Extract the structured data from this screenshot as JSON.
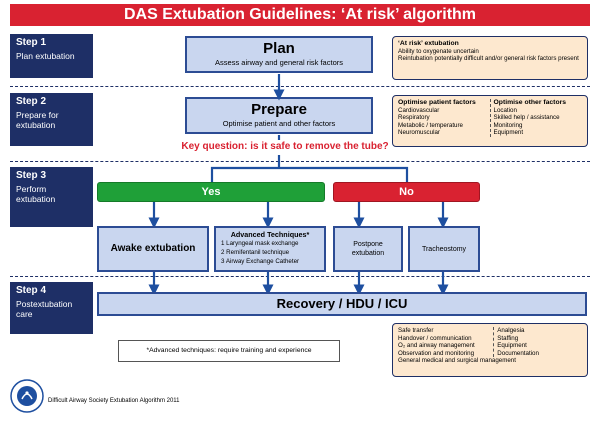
{
  "title": "DAS Extubation Guidelines: ‘At risk’ algorithm",
  "steps": [
    {
      "num": "Step 1",
      "label": "Plan extubation"
    },
    {
      "num": "Step 2",
      "label": "Prepare for extubation"
    },
    {
      "num": "Step 3",
      "label": "Perform extubation"
    },
    {
      "num": "Step 4",
      "label": "Postextubation care"
    }
  ],
  "plan": {
    "title": "Plan",
    "subtitle": "Assess airway and general risk factors"
  },
  "prepare": {
    "title": "Prepare",
    "subtitle": "Optimise patient and other factors"
  },
  "key_question": "Key question: is it safe to remove the tube?",
  "yes_label": "Yes",
  "no_label": "No",
  "awake": "Awake extubation",
  "advanced": {
    "title": "Advanced Techniques*",
    "items": [
      "1 Laryngeal mask exchange",
      "2 Remifentanil technique",
      "3 Airway Exchange Catheter"
    ]
  },
  "postpone": "Postpone extubation",
  "tracheostomy": "Tracheostomy",
  "recovery": "Recovery / HDU / ICU",
  "at_risk": {
    "title": "‘At risk’ extubation",
    "line1": "Ability to oxygenate uncertain",
    "line2": "Reintubation potentially difficult and/or general risk factors present"
  },
  "optimise": {
    "patient_title": "Optimise patient factors",
    "patient_items": [
      "Cardiovascular",
      "Respiratory",
      "Metabolic / temperature",
      "Neuromuscular"
    ],
    "other_title": "Optimise other factors",
    "other_items": [
      "Location",
      "Skilled help / assistance",
      "Monitoring",
      "Equipment"
    ]
  },
  "care": {
    "left": [
      "Safe transfer",
      "Handover / communication",
      "O₂ and airway management",
      "Observation and monitoring"
    ],
    "right": [
      "Analgesia",
      "Staffing",
      "Equipment",
      "Documentation"
    ],
    "bottom": "General medical and surgical management"
  },
  "footnote": "*Advanced techniques: require training and experience",
  "footer": "Difficult Airway Society Extubation Algorithm 2011",
  "colors": {
    "red": "#d92231",
    "navy": "#1e2f66",
    "green": "#1fa038",
    "blue_fill": "#c9d6ef",
    "peach": "#fde8cf"
  }
}
